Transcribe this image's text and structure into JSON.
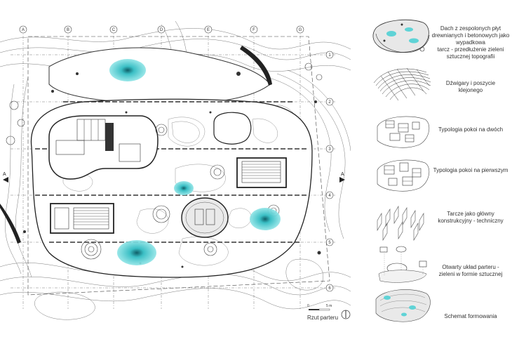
{
  "plan": {
    "caption": "Rzut parteru",
    "scale_zero": "0",
    "scale_five": "5 m",
    "grid_letters": [
      "A",
      "B",
      "C",
      "D",
      "E",
      "F",
      "G"
    ],
    "grid_numbers": [
      "1",
      "2",
      "3",
      "4",
      "5",
      "6"
    ],
    "section_marks": [
      "A",
      "A"
    ],
    "water_color": "#5fd3d6",
    "line_color": "#444444"
  },
  "axonometrics": [
    {
      "label": "Dach z zespolonych płyt drewnianych i betonowych jako wypadkowa\ntarcz - przedłużenie zieleni\nsztucznej topografii"
    },
    {
      "label": "Dźwigary i poszycie\nklejonego"
    },
    {
      "label": "Typologia pokoi na dwóch"
    },
    {
      "label": "Typologia pokoi na pierwszym"
    },
    {
      "label": "Tarcze jako główny\nkonstrukcyjny - techniczny"
    },
    {
      "label": "Otwarty układ parteru -\nzieleni w formie sztucznej"
    },
    {
      "label": "Schemat formowania"
    }
  ]
}
